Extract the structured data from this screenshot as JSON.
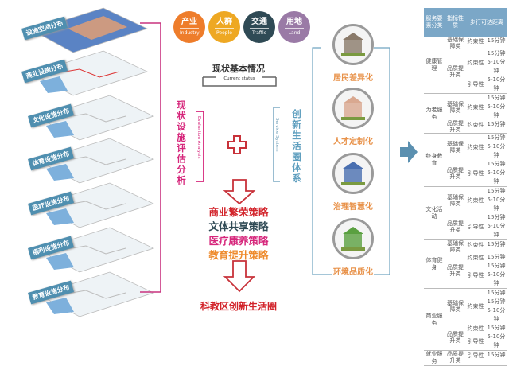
{
  "layers": [
    "设施空间分布",
    "商业设施分布",
    "文化设施分布",
    "体育设施分布",
    "医疗设施分布",
    "福利设施分布",
    "教育设施分布"
  ],
  "factors": [
    {
      "cn": "产业",
      "en": "Industry",
      "color": "#ee7d2b"
    },
    {
      "cn": "人群",
      "en": "People",
      "color": "#eea823"
    },
    {
      "cn": "交通",
      "en": "Traffic",
      "color": "#2f4a55"
    },
    {
      "cn": "用地",
      "en": "Land",
      "color": "#9a7aa6"
    }
  ],
  "status": {
    "title": "现状基本情况",
    "subtitle": "Current status"
  },
  "evaluation": {
    "title": "现状设施评估分析",
    "en": "Evaluation Analysis"
  },
  "system": {
    "title": "创新生活圈体系",
    "en": "Service System"
  },
  "strategies": [
    {
      "text": "商业繁荣策略",
      "color": "#d2232a"
    },
    {
      "text": "文体共享策略",
      "color": "#2f4a55"
    },
    {
      "text": "医疗康养策略",
      "color": "#d6267b"
    },
    {
      "text": "教育提升策略",
      "color": "#ee8a2b"
    }
  ],
  "result": "科教区创新生活圈",
  "pillars": [
    "居民差异化",
    "人才定制化",
    "治理智慧化",
    "环境品质化"
  ],
  "table": {
    "headers": [
      "服务要素分类",
      "指标性质",
      "步行可达距离"
    ],
    "groups": [
      {
        "name": "健康管理",
        "subs": [
          {
            "type": "基础保障类",
            "items": [
              {
                "nature": "约束性",
                "dists": [
                  "15分钟"
                ]
              }
            ]
          },
          {
            "type": "品质提升类",
            "items": [
              {
                "nature": "约束性",
                "dists": [
                  "15分钟",
                  "5-10分钟"
                ]
              },
              {
                "nature": "引导性",
                "dists": [
                  "5-10分钟"
                ]
              }
            ]
          }
        ]
      },
      {
        "name": "为老服务",
        "subs": [
          {
            "type": "基础保障类",
            "items": [
              {
                "nature": "约束性",
                "dists": [
                  "15分钟",
                  "5-10分钟"
                ]
              }
            ]
          },
          {
            "type": "品质提升类",
            "items": [
              {
                "nature": "约束性",
                "dists": [
                  "15分钟"
                ]
              }
            ]
          }
        ]
      },
      {
        "name": "终身教育",
        "subs": [
          {
            "type": "基础保障类",
            "items": [
              {
                "nature": "约束性",
                "dists": [
                  "15分钟",
                  "5-10分钟"
                ]
              }
            ]
          },
          {
            "type": "品质提升类",
            "items": [
              {
                "nature": "引导性",
                "dists": [
                  "15分钟",
                  "5-10分钟"
                ]
              }
            ]
          }
        ]
      },
      {
        "name": "文化活动",
        "subs": [
          {
            "type": "基础保障类",
            "items": [
              {
                "nature": "约束性",
                "dists": [
                  "15分钟",
                  "5-10分钟"
                ]
              }
            ]
          },
          {
            "type": "品质提升类",
            "items": [
              {
                "nature": "引导性",
                "dists": [
                  "15分钟",
                  "5-10分钟"
                ]
              }
            ]
          }
        ]
      },
      {
        "name": "体育健身",
        "subs": [
          {
            "type": "基础保障类",
            "items": [
              {
                "nature": "约束性",
                "dists": [
                  "15分钟"
                ]
              }
            ]
          },
          {
            "type": "品质提升类",
            "items": [
              {
                "nature": "约束性",
                "dists": [
                  "15分钟"
                ]
              },
              {
                "nature": "引导性",
                "dists": [
                  "15分钟",
                  "5-10分钟"
                ]
              }
            ]
          }
        ]
      },
      {
        "name": "商业服务",
        "subs": [
          {
            "type": "基础保障类",
            "items": [
              {
                "nature": "约束性",
                "dists": [
                  "15分钟",
                  "15分钟",
                  "5-10分钟"
                ]
              }
            ]
          },
          {
            "type": "品质提升类",
            "items": [
              {
                "nature": "约束性",
                "dists": [
                  "15分钟"
                ]
              },
              {
                "nature": "引导性",
                "dists": [
                  "5-10分钟"
                ]
              }
            ]
          }
        ]
      },
      {
        "name": "就业服务",
        "subs": [
          {
            "type": "品质提升类",
            "items": [
              {
                "nature": "引导性",
                "dists": [
                  "15分钟"
                ]
              }
            ]
          }
        ]
      }
    ]
  }
}
